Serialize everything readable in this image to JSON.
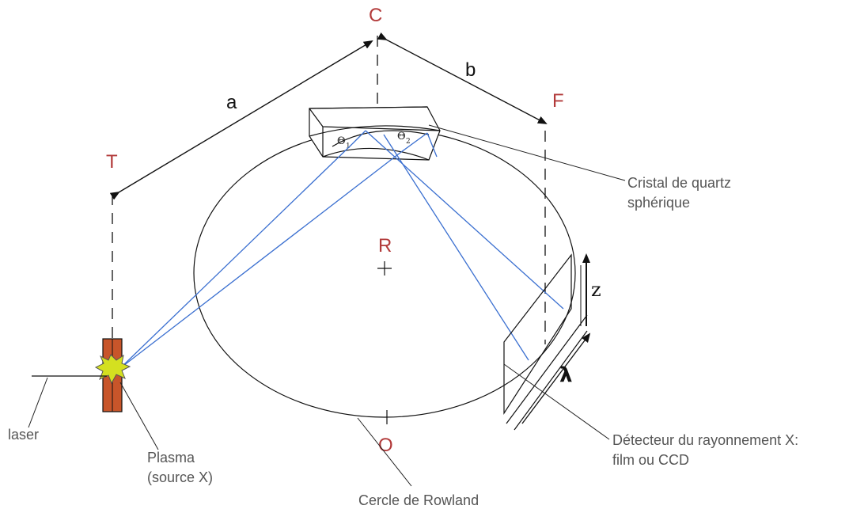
{
  "labels": {
    "C": "C",
    "a": "a",
    "b": "b",
    "F": "F",
    "T": "T",
    "R": "R",
    "O": "O",
    "z": "z",
    "lambda": "λ",
    "theta1_main": "Θ",
    "theta1_sub": "1",
    "theta2_main": "Θ",
    "theta2_sub": "2",
    "crystal_line1": "Cristal de quartz",
    "crystal_line2": "sphérique",
    "detector_line1": "Détecteur du rayonnement X:",
    "detector_line2": "film ou CCD",
    "laser": "laser",
    "plasma_line1": "Plasma",
    "plasma_line2": "(source X)",
    "rowland": "Cercle de Rowland"
  },
  "colors": {
    "point_labels": "#b23a3a",
    "rays": "#3a6fd0",
    "target": "#c8552a",
    "plasma": "#d4e020"
  }
}
